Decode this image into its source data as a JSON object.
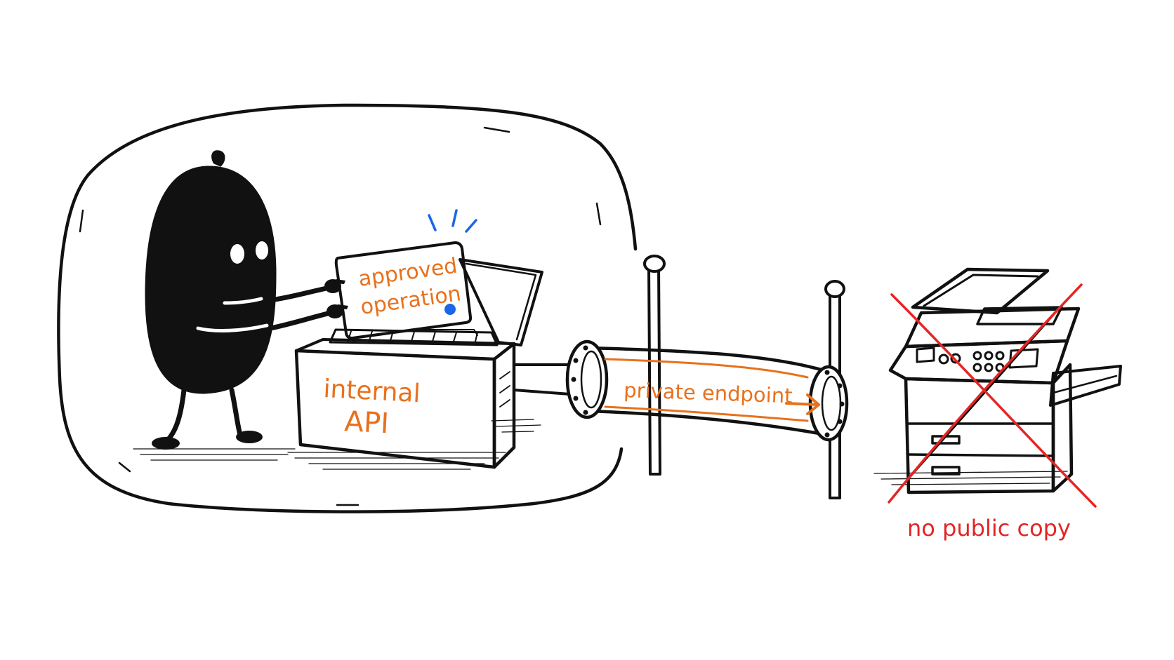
{
  "labels": {
    "card_line1": "approved",
    "card_line2": "operation",
    "box_line1": "internal",
    "box_line2": "API",
    "pipe": "private endpoint",
    "copier": "no public copy"
  },
  "colors": {
    "ink": "#111111",
    "accent_orange": "#e8711c",
    "accent_blue": "#1a66e6",
    "cross_red": "#e42525",
    "background": "#ffffff"
  },
  "icons": {
    "character": "blob-figure-icon",
    "copier": "photocopier-icon",
    "arrow": "right-arrow-icon"
  }
}
